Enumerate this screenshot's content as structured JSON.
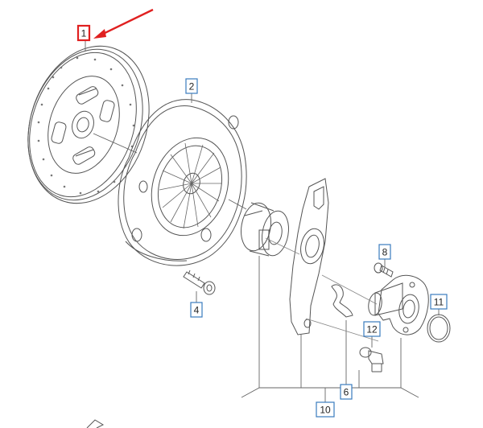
{
  "callouts": {
    "c1": "1",
    "c2": "2",
    "c4": "4",
    "c6": "6",
    "c8": "8",
    "c10": "10",
    "c11": "11",
    "c12": "12"
  },
  "colors": {
    "highlight": "#e02020",
    "callout_border": "#3a7bbf",
    "line": "#555555"
  }
}
